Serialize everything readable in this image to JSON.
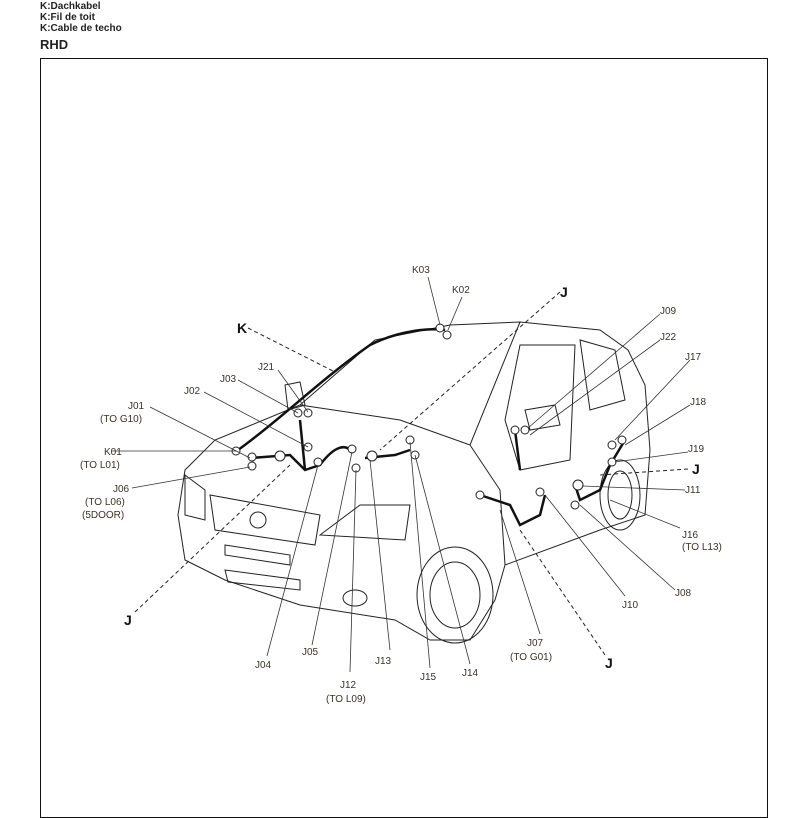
{
  "header": {
    "lines": [
      "K:Dachkabel",
      "K:Fil de toit",
      "K:Cable de techo"
    ],
    "variant": "RHD"
  },
  "diagram": {
    "harness_labels": {
      "K": "K",
      "J": "J"
    },
    "labels": {
      "K03": "K03",
      "K02": "K02",
      "J09": "J09",
      "J22": "J22",
      "J17": "J17",
      "J18": "J18",
      "J19": "J19",
      "J11": "J11",
      "J16": "J16",
      "J16_sub": "(TO L13)",
      "J08": "J08",
      "J10": "J10",
      "J07": "J07",
      "J07_sub": "(TO G01)",
      "J14": "J14",
      "J15": "J15",
      "J13": "J13",
      "J12": "J12",
      "J12_sub": "(TO L09)",
      "J05": "J05",
      "J04": "J04",
      "J06": "J06",
      "J06_sub": "(TO L06)",
      "J06_sub2": "(5DOOR)",
      "K01": "K01",
      "K01_sub": "(TO L01)",
      "J01": "J01",
      "J01_sub": "(TO G10)",
      "J02": "J02",
      "J03": "J03",
      "J21": "J21"
    }
  }
}
